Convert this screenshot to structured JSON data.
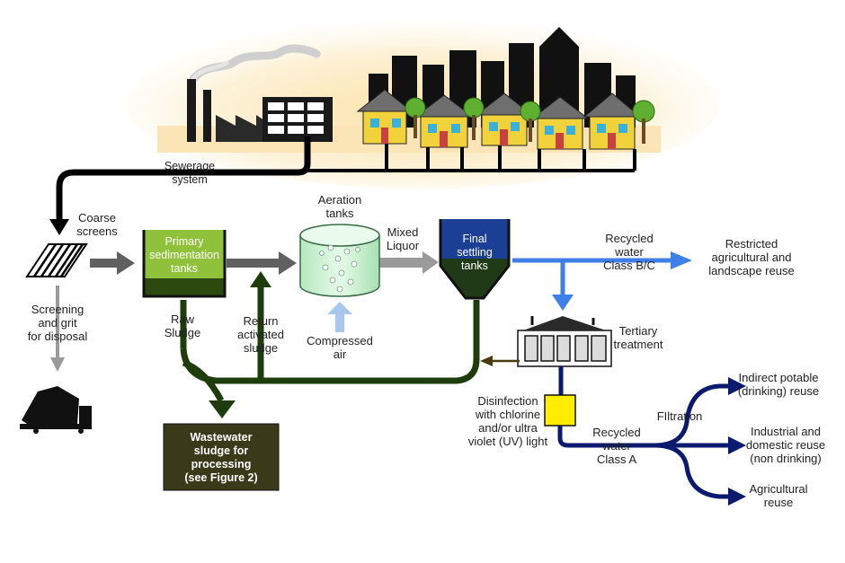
{
  "labels": {
    "sewerage": [
      "Sewerage",
      "system"
    ],
    "coarse_screens": [
      "Coarse",
      "screens"
    ],
    "screening": [
      "Screening",
      "and grit",
      "for disposal"
    ],
    "primary": [
      "Primary",
      "sedimentation",
      "tanks"
    ],
    "raw_sludge": [
      "Raw",
      "Sludge"
    ],
    "return_sludge": [
      "Return",
      "activated",
      "sludge"
    ],
    "aeration": [
      "Aeration",
      "tanks"
    ],
    "compressed_air": [
      "Compressed",
      "air"
    ],
    "mixed_liquor": [
      "Mixed",
      "Liquor"
    ],
    "final_settling": [
      "Final",
      "settling",
      "tanks"
    ],
    "recycled_bc": [
      "Recycled",
      "water",
      "Class B/C"
    ],
    "restricted": [
      "Restricted",
      "agricultural and",
      "landscape reuse"
    ],
    "tertiary": [
      "Tertiary",
      "treatment"
    ],
    "disinfection": [
      "Disinfection",
      "with chlorine",
      "and/or ultra",
      "violet (UV) light"
    ],
    "recycled_a": [
      "Recycled",
      "water",
      "Class A"
    ],
    "filtration": [
      "FIltration"
    ],
    "indirect": [
      "Indirect potable",
      "(drinking) reuse"
    ],
    "industrial": [
      "Industrial and",
      "domestic reuse",
      "(non drinking)"
    ],
    "agricultural": [
      "Agricultural",
      "reuse"
    ],
    "wastewater_sludge": [
      "Wastewater",
      "sludge for",
      "processing",
      "(see Figure 2)"
    ]
  },
  "colors": {
    "effluent_arrow": "#606060",
    "screening_arrow": "#9a9a9a",
    "sludge_line": "#1f3d0c",
    "recycled_bc_arrow": "#3f7fe8",
    "class_a_arrow": "#0a1a6e",
    "sewer_line": "#000000",
    "primary_tank": "#8fc23a",
    "primary_sludge": "#2c4a10",
    "aeration_tank": "#c9f0d2",
    "final_tank_top": "#1c3f96",
    "final_tank_bottom": "#203a18",
    "disinfection_box": "#ffee00",
    "sludge_box": "#3a3a1a",
    "compressed_air_arrow": "#a8c8f0",
    "tertiary_return_arrow": "#4a3a10"
  }
}
